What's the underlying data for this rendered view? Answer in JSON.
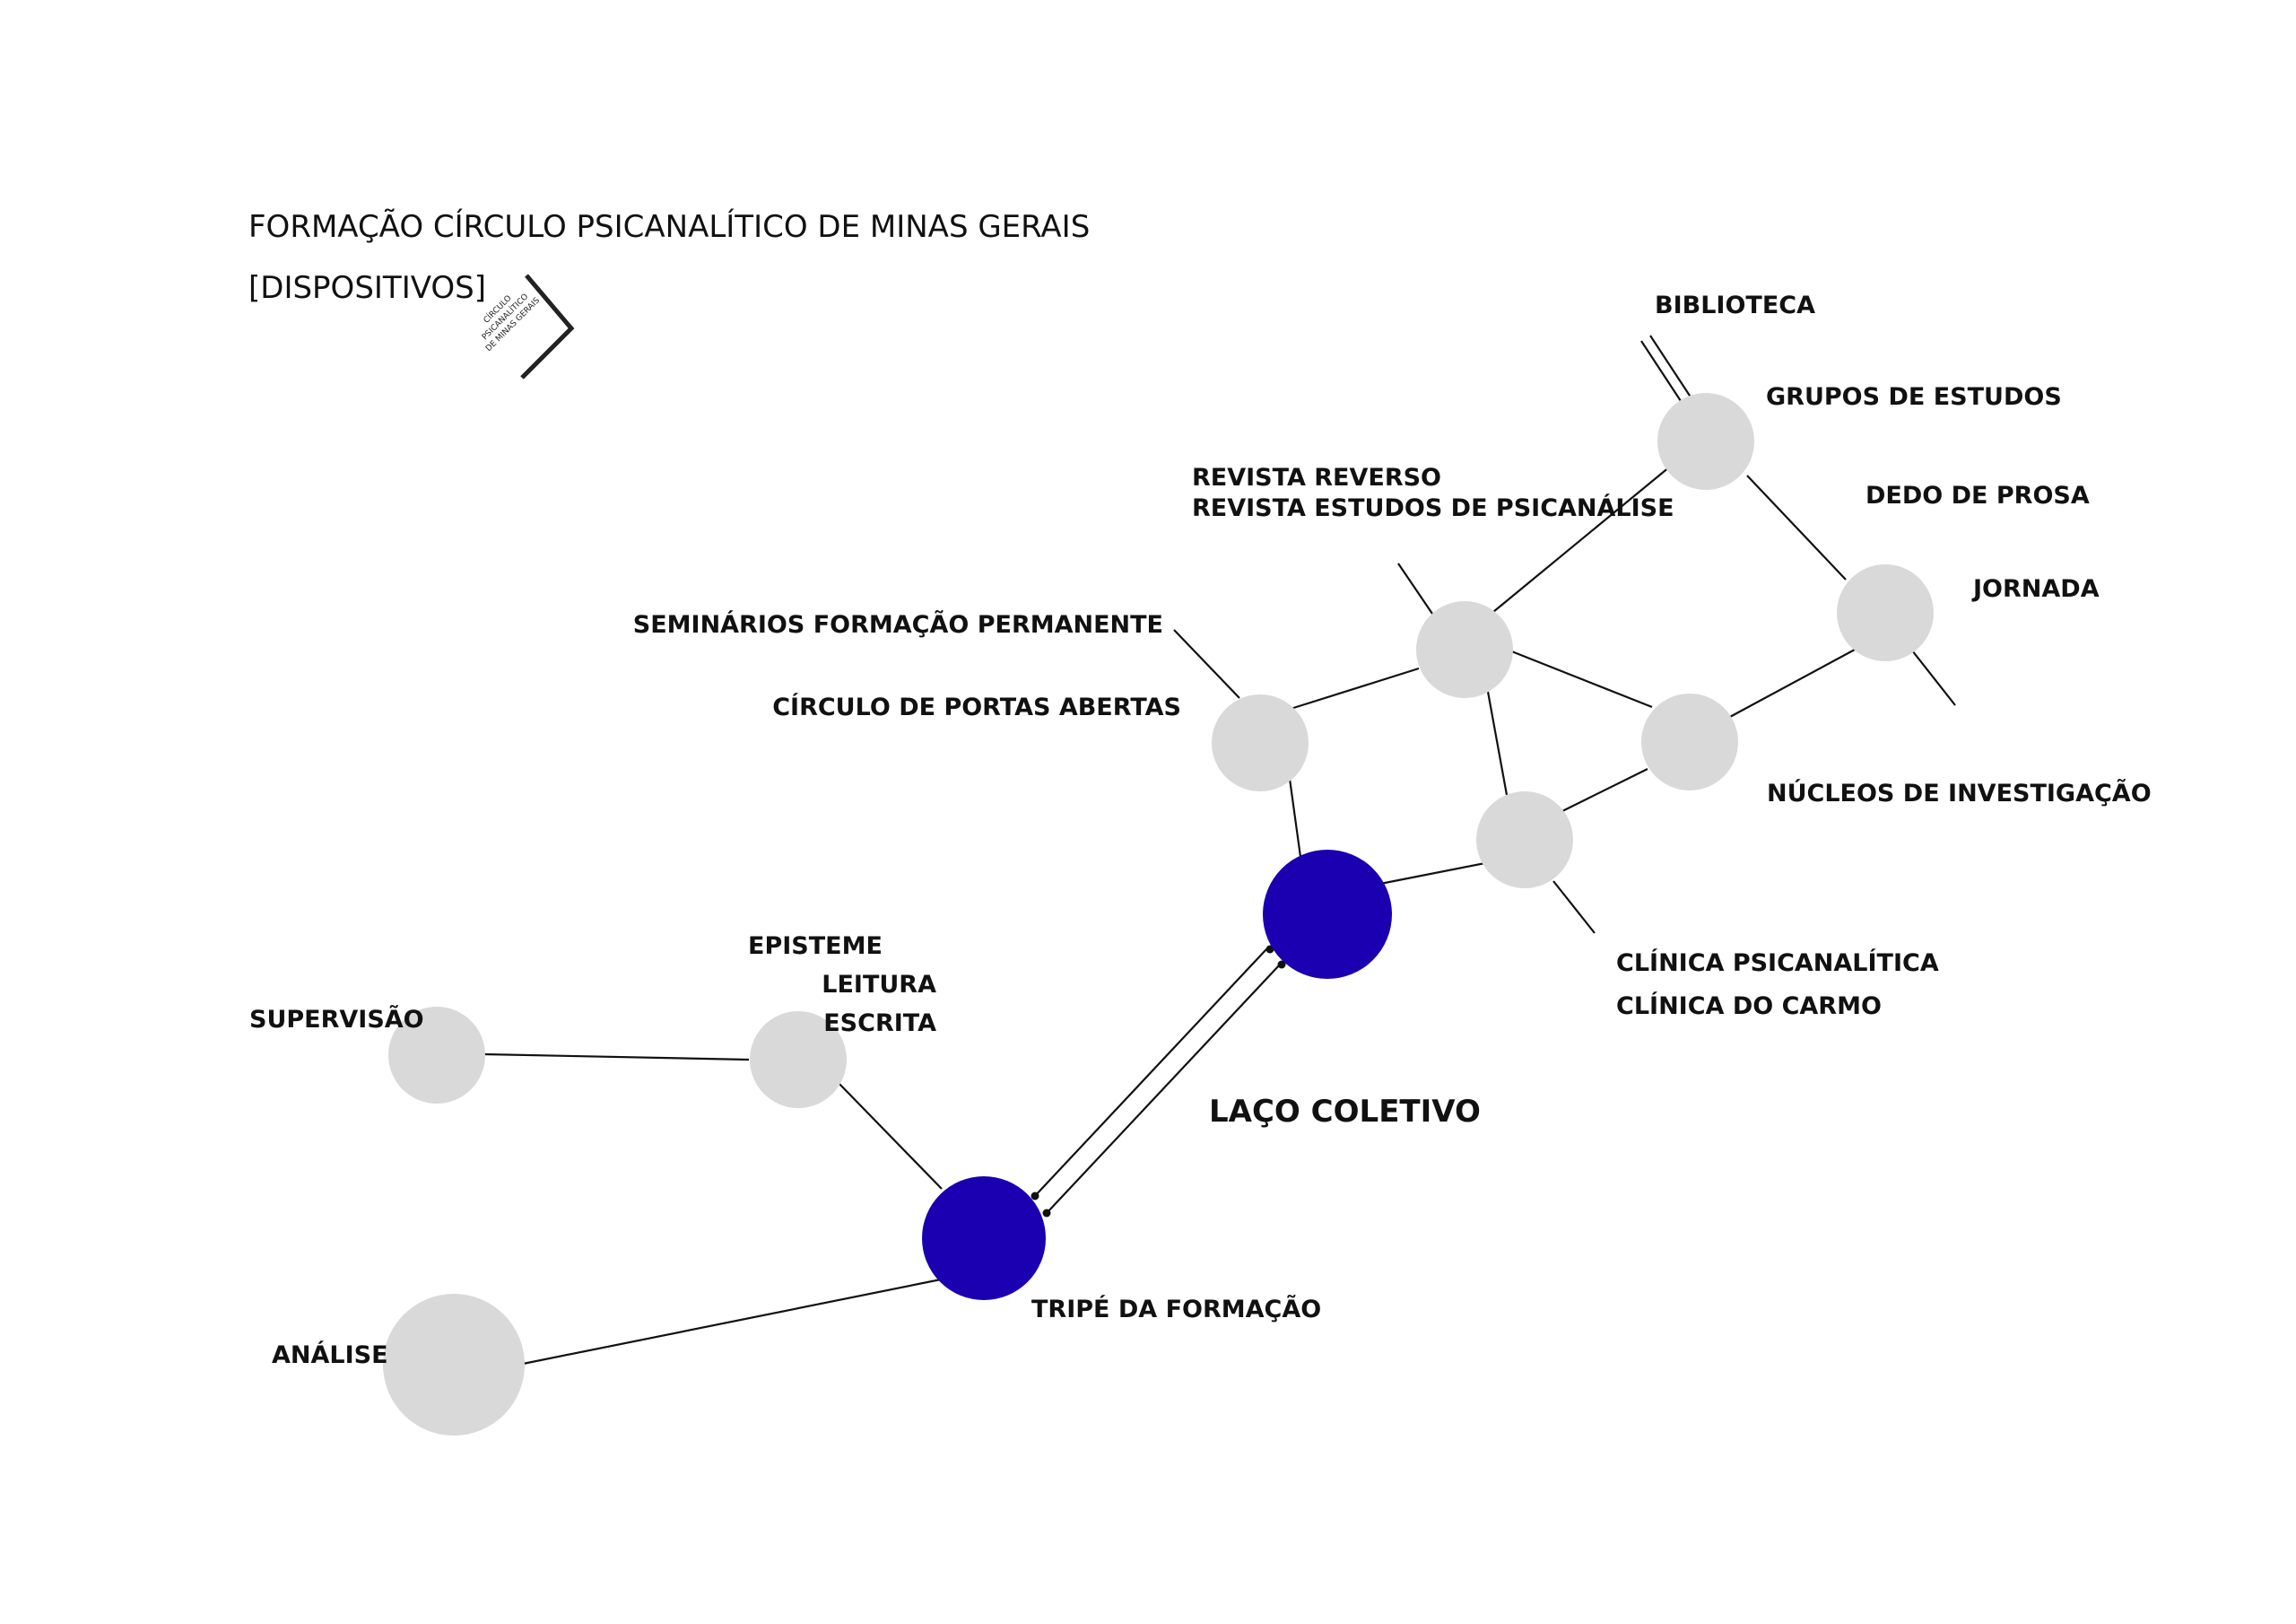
{
  "header": {
    "title": "FORMAÇÃO CÍRCULO PSICANALÍTICO DE MINAS GERAIS",
    "subtitle": "[DISPOSITIVOS]",
    "logo_lines": [
      "CÍRCULO",
      "PSICANALÍTICO",
      "DE MINAS GERAIS"
    ]
  },
  "colors": {
    "hub": "#1a00b0",
    "node": "#d9d9d9",
    "line": "#111111"
  },
  "labels": {
    "biblioteca": "BIBLIOTECA",
    "grupos_estudos": "GRUPOS DE ESTUDOS",
    "dedo_prosa": "DEDO DE PROSA",
    "jornada": "JORNADA",
    "revista_reverso": "REVISTA REVERSO",
    "revista_estudos": "REVISTA ESTUDOS DE PSICANÁLISE",
    "seminarios": "SEMINÁRIOS FORMAÇÃO PERMANENTE",
    "circulo_portas": "CÍRCULO DE PORTAS ABERTAS",
    "nucleos": "NÚCLEOS DE INVESTIGAÇÃO",
    "clinica_psi": "CLÍNICA PSICANALÍTICA",
    "clinica_carmo": "CLÍNICA DO CARMO",
    "laco_coletivo": "LAÇO COLETIVO",
    "episteme": "EPISTEME",
    "leitura": "LEITURA",
    "escrita": "ESCRITA",
    "supervisao": "SUPERVISÃO",
    "tripe": "TRIPÉ DA FORMAÇÃO",
    "analise": "ANÁLISE"
  }
}
